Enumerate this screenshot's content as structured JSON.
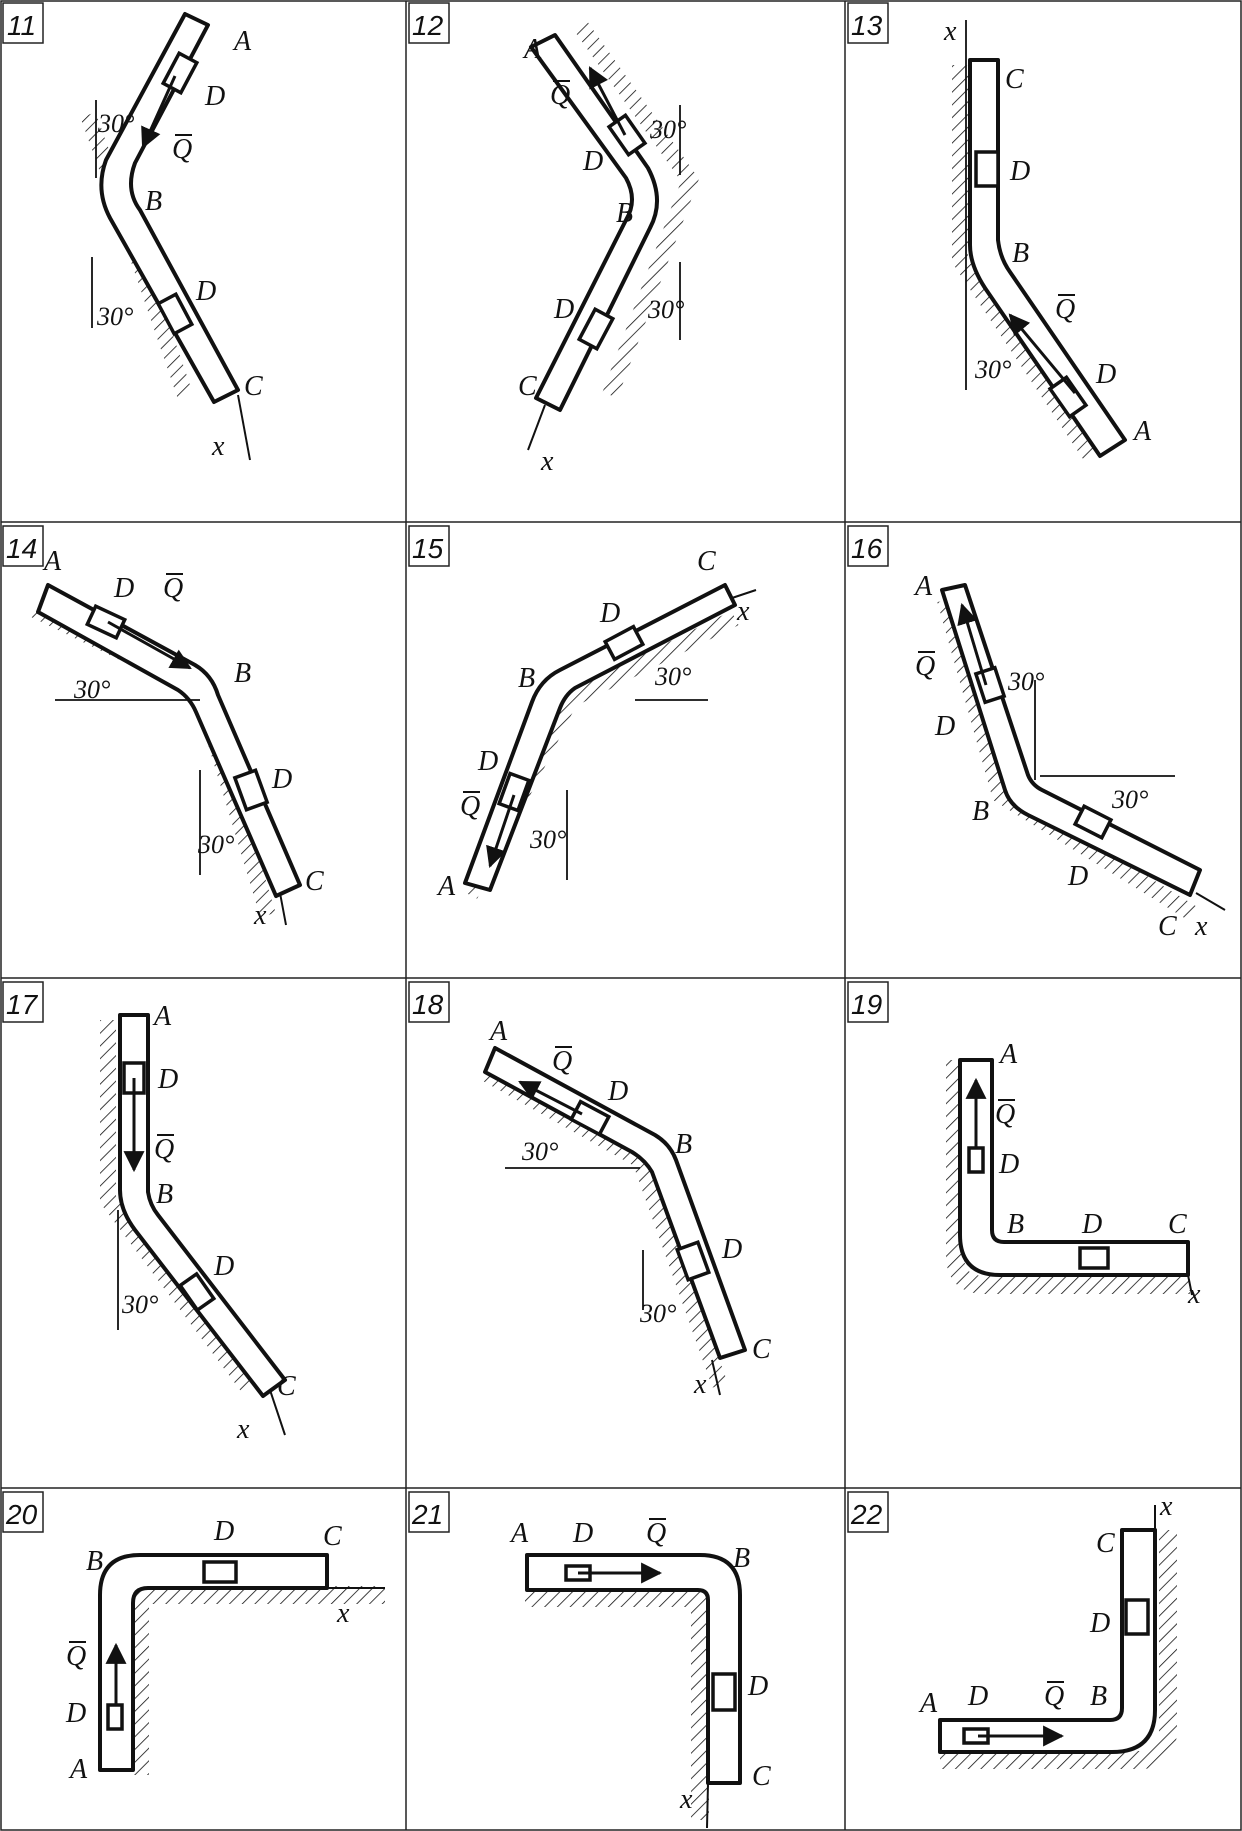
{
  "panels": [
    {
      "number": "11",
      "labels": {
        "A": "A",
        "B": "B",
        "C": "C",
        "D1": "D",
        "D2": "D",
        "Q": "Q",
        "x": "x"
      },
      "angles": [
        "30°",
        "30°"
      ]
    },
    {
      "number": "12",
      "labels": {
        "A": "A",
        "B": "B",
        "C": "C",
        "D1": "D",
        "D2": "D",
        "Q": "Q",
        "x": "x"
      },
      "angles": [
        "30°",
        "30°"
      ]
    },
    {
      "number": "13",
      "labels": {
        "A": "A",
        "B": "B",
        "C": "C",
        "D1": "D",
        "D2": "D",
        "Q": "Q",
        "x": "x"
      },
      "angles": [
        "30°"
      ]
    },
    {
      "number": "14",
      "labels": {
        "A": "A",
        "B": "B",
        "C": "C",
        "D1": "D",
        "D2": "D",
        "Q": "Q",
        "x": "x"
      },
      "angles": [
        "30°",
        "30°"
      ]
    },
    {
      "number": "15",
      "labels": {
        "A": "A",
        "B": "B",
        "C": "C",
        "D1": "D",
        "D2": "D",
        "Q": "Q",
        "x": "x"
      },
      "angles": [
        "30°",
        "30°"
      ]
    },
    {
      "number": "16",
      "labels": {
        "A": "A",
        "B": "B",
        "C": "C",
        "D1": "D",
        "D2": "D",
        "Q": "Q",
        "x": "x"
      },
      "angles": [
        "30°",
        "30°"
      ]
    },
    {
      "number": "17",
      "labels": {
        "A": "A",
        "B": "B",
        "C": "C",
        "D1": "D",
        "D2": "D",
        "Q": "Q",
        "x": "x"
      },
      "angles": [
        "30°"
      ]
    },
    {
      "number": "18",
      "labels": {
        "A": "A",
        "B": "B",
        "C": "C",
        "D1": "D",
        "D2": "D",
        "Q": "Q",
        "x": "x"
      },
      "angles": [
        "30°",
        "30°"
      ]
    },
    {
      "number": "19",
      "labels": {
        "A": "A",
        "B": "B",
        "C": "C",
        "D1": "D",
        "D2": "D",
        "Q": "Q",
        "x": "x"
      },
      "angles": []
    },
    {
      "number": "20",
      "labels": {
        "A": "A",
        "B": "B",
        "C": "C",
        "D1": "D",
        "D2": "D",
        "Q": "Q",
        "x": "x"
      },
      "angles": []
    },
    {
      "number": "21",
      "labels": {
        "A": "A",
        "B": "B",
        "C": "C",
        "D1": "D",
        "D2": "D",
        "Q": "Q",
        "x": "x"
      },
      "angles": []
    },
    {
      "number": "22",
      "labels": {
        "A": "A",
        "B": "B",
        "C": "C",
        "D1": "D",
        "D2": "D",
        "Q": "Q",
        "x": "x"
      },
      "angles": []
    }
  ]
}
